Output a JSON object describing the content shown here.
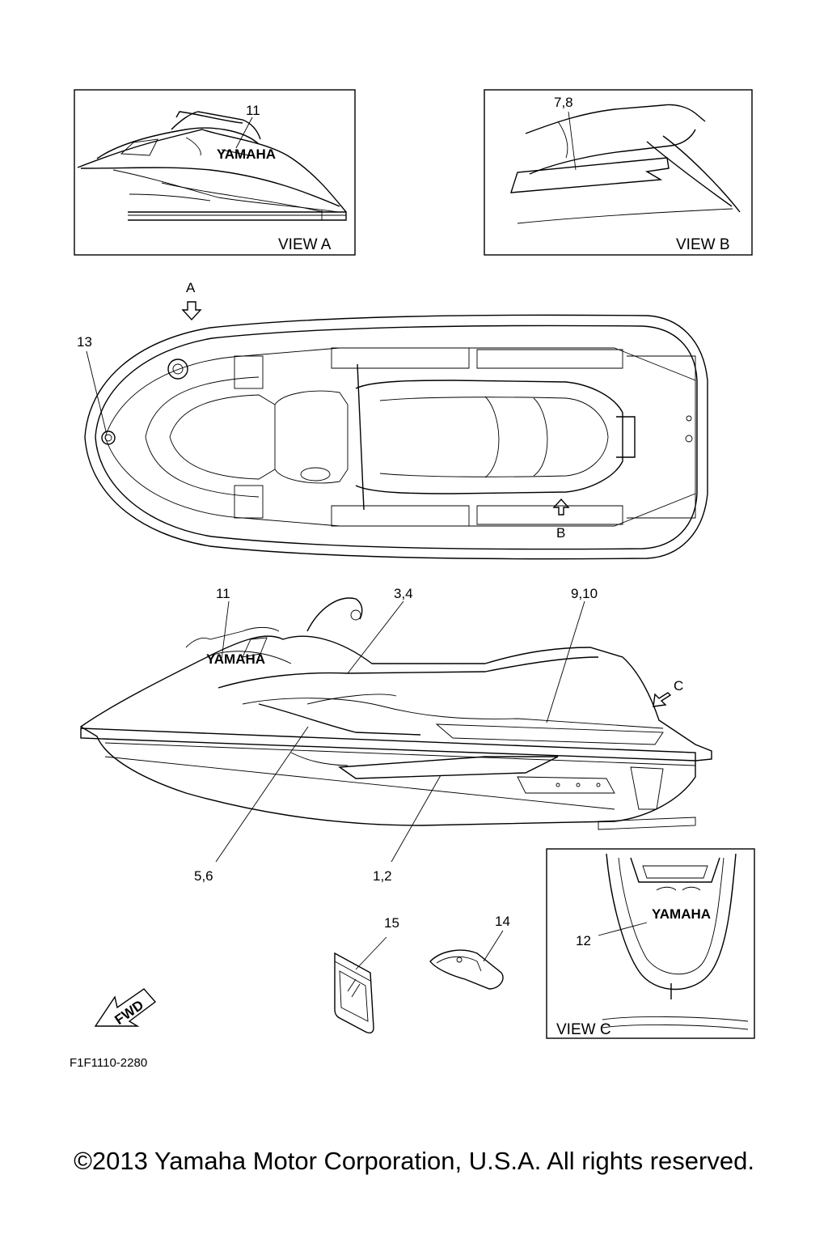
{
  "callouts": {
    "view_a_11": "11",
    "view_b_7_8": "7,8",
    "top_13": "13",
    "arrow_a": "A",
    "arrow_b": "B",
    "side_11": "11",
    "side_3_4": "3,4",
    "side_9_10": "9,10",
    "arrow_c": "C",
    "side_5_6": "5,6",
    "side_1_2": "1,2",
    "part_15": "15",
    "part_14": "14",
    "view_c_12": "12"
  },
  "views": {
    "view_a": "VIEW A",
    "view_b": "VIEW B",
    "view_c": "VIEW C"
  },
  "logo_text": "YAMAHA",
  "fwd_text": "FWD",
  "diagram_code": "F1F1110-2280",
  "copyright": "©2013 Yamaha Motor Corporation, U.S.A. All rights reserved."
}
